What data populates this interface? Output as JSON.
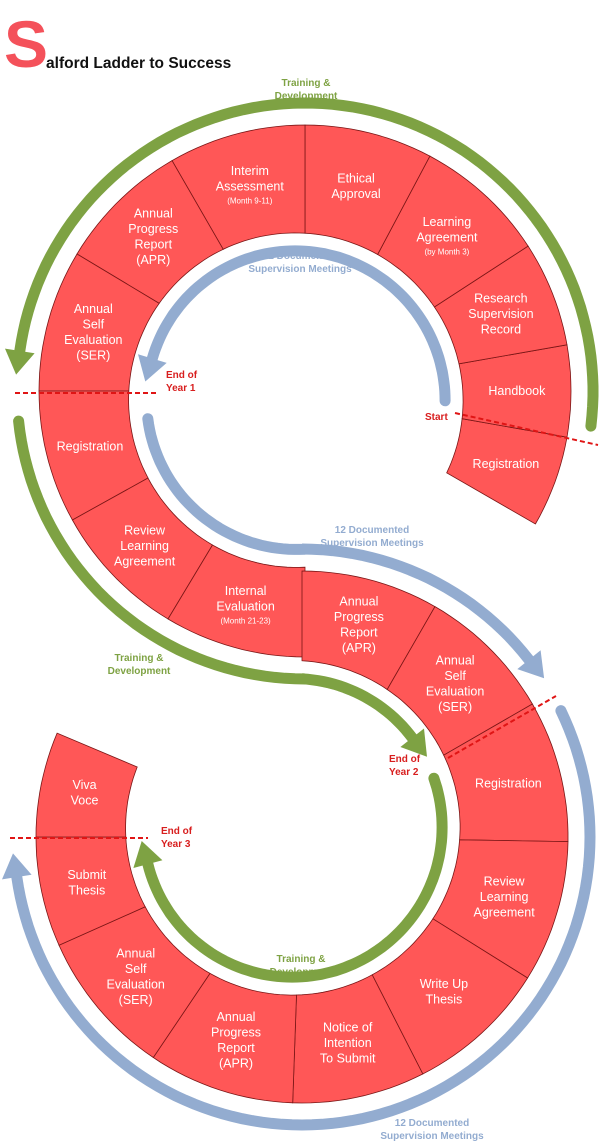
{
  "title": {
    "initial": "S",
    "rest": "alford Ladder to Success"
  },
  "colors": {
    "segment": "#ff5757",
    "training": "#7ea243",
    "supervision": "#93acd0",
    "marker": "#e01515"
  },
  "markers": {
    "start": "Start",
    "year1": [
      "End of",
      "Year 1"
    ],
    "year2": [
      "End of",
      "Year 2"
    ],
    "year3": [
      "End of",
      "Year 3"
    ]
  },
  "training_labels": [
    [
      "Training &",
      "Development"
    ],
    [
      "Training &",
      "Development"
    ],
    [
      "Training &",
      "Development"
    ]
  ],
  "supervision_labels": [
    [
      "12 Documented",
      "Supervision Meetings"
    ],
    [
      "12 Documented",
      "Supervision Meetings"
    ],
    [
      "12 Documented",
      "Supervision Meetings"
    ]
  ],
  "segments": [
    {
      "lines": [
        "Registration"
      ],
      "note": ""
    },
    {
      "lines": [
        "Handbook"
      ],
      "note": ""
    },
    {
      "lines": [
        "Research",
        "Supervision",
        "Record"
      ],
      "note": ""
    },
    {
      "lines": [
        "Learning",
        "Agreement"
      ],
      "note": "(by Month 3)"
    },
    {
      "lines": [
        "Ethical",
        "Approval"
      ],
      "note": ""
    },
    {
      "lines": [
        "Interim",
        "Assessment"
      ],
      "note": "(Month 9-11)"
    },
    {
      "lines": [
        "Annual",
        "Progress",
        "Report",
        "(APR)"
      ],
      "note": ""
    },
    {
      "lines": [
        "Annual",
        "Self",
        "Evaluation",
        "(SER)"
      ],
      "note": ""
    },
    {
      "lines": [
        "Registration"
      ],
      "note": ""
    },
    {
      "lines": [
        "Review",
        "Learning",
        "Agreement"
      ],
      "note": ""
    },
    {
      "lines": [
        "Internal",
        "Evaluation"
      ],
      "note": "(Month 21-23)"
    },
    {
      "lines": [
        "Annual",
        "Progress",
        "Report",
        "(APR)"
      ],
      "note": ""
    },
    {
      "lines": [
        "Annual",
        "Self",
        "Evaluation",
        "(SER)"
      ],
      "note": ""
    },
    {
      "lines": [
        "Registration"
      ],
      "note": ""
    },
    {
      "lines": [
        "Review",
        "Learning",
        "Agreement"
      ],
      "note": ""
    },
    {
      "lines": [
        "Write Up",
        "Thesis"
      ],
      "note": ""
    },
    {
      "lines": [
        "Notice of",
        "Intention",
        "To Submit"
      ],
      "note": ""
    },
    {
      "lines": [
        "Annual",
        "Progress",
        "Report",
        "(APR)"
      ],
      "note": ""
    },
    {
      "lines": [
        "Annual",
        "Self",
        "Evaluation",
        "(SER)"
      ],
      "note": ""
    },
    {
      "lines": [
        "Submit",
        "Thesis"
      ],
      "note": ""
    },
    {
      "lines": [
        "Viva",
        "Voce"
      ],
      "note": ""
    }
  ]
}
